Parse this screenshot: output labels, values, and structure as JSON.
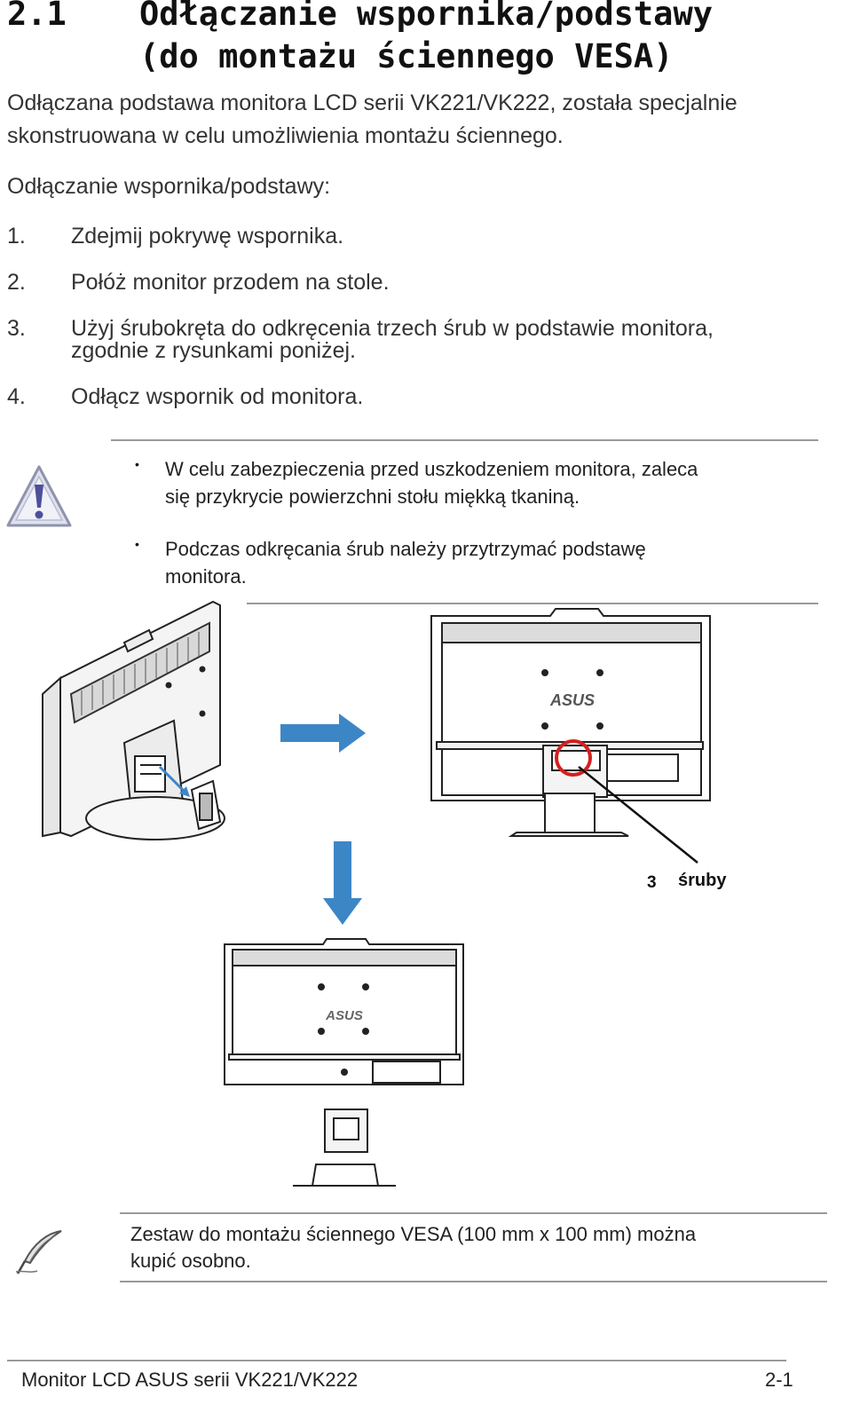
{
  "section": {
    "number": "2.1",
    "title_line1": "Odłączanie wspornika/podstawy",
    "title_line2": "(do montażu ściennego VESA)"
  },
  "intro": {
    "line1": "Odłączana podstawa monitora LCD serii VK221/VK222, została specjalnie",
    "line2": "skonstruowana w celu umożliwienia montażu ściennego."
  },
  "procedure_title": "Odłączanie wspornika/podstawy:",
  "steps": [
    {
      "num": "1.",
      "line1": "Zdejmij pokrywę wspornika.",
      "line2": ""
    },
    {
      "num": "2.",
      "line1": "Połóż monitor przodem na stole.",
      "line2": ""
    },
    {
      "num": "3.",
      "line1": "Użyj śrubokręta do odkręcenia trzech śrub w podstawie monitora,",
      "line2": "zgodnie z rysunkami poniżej."
    },
    {
      "num": "4.",
      "line1": "Odłącz wspornik od monitora.",
      "line2": ""
    }
  ],
  "warning": {
    "icon": "warning-triangle-icon",
    "bullet": "•",
    "items": [
      {
        "line1": "W celu zabezpieczenia przed uszkodzeniem monitora, zaleca",
        "line2": "się przykrycie powierzchni stołu miękką tkaniną."
      },
      {
        "line1": "Podczas odkręcania śrub należy przytrzymać podstawę",
        "line2": "monitora."
      }
    ]
  },
  "figure": {
    "brand": "ASUS",
    "callout_number": "3",
    "callout_label": "śruby",
    "accent_arrow": "#3d86c6",
    "callout_circle": "#d42020"
  },
  "note": {
    "icon": "quill-pen-icon",
    "line1": "Zestaw do montażu ściennego VESA (100 mm x 100 mm) można",
    "line2": "kupić osobno."
  },
  "footer": {
    "title": "Monitor LCD ASUS serii VK221/VK222",
    "page": "2-1"
  }
}
